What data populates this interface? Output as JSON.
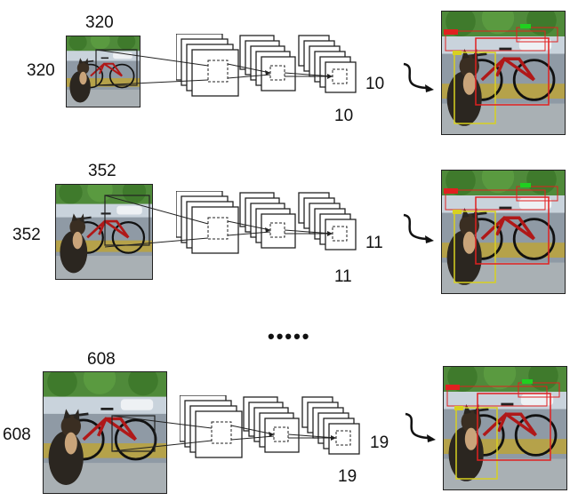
{
  "rows": [
    {
      "input_size": "320",
      "grid_size": "10"
    },
    {
      "input_size": "352",
      "grid_size": "11"
    },
    {
      "input_size": "608",
      "grid_size": "19"
    }
  ],
  "ellipsis": "•••••",
  "colors": {
    "bbox_red": "#e02020",
    "bbox_yellow": "#d8d020",
    "bbox_green": "#20d020",
    "stroke": "#222222"
  },
  "icons": [
    "dog-bicycle-photo",
    "cnn-feature-stack-icon",
    "curved-arrow-icon",
    "detection-output-photo"
  ]
}
